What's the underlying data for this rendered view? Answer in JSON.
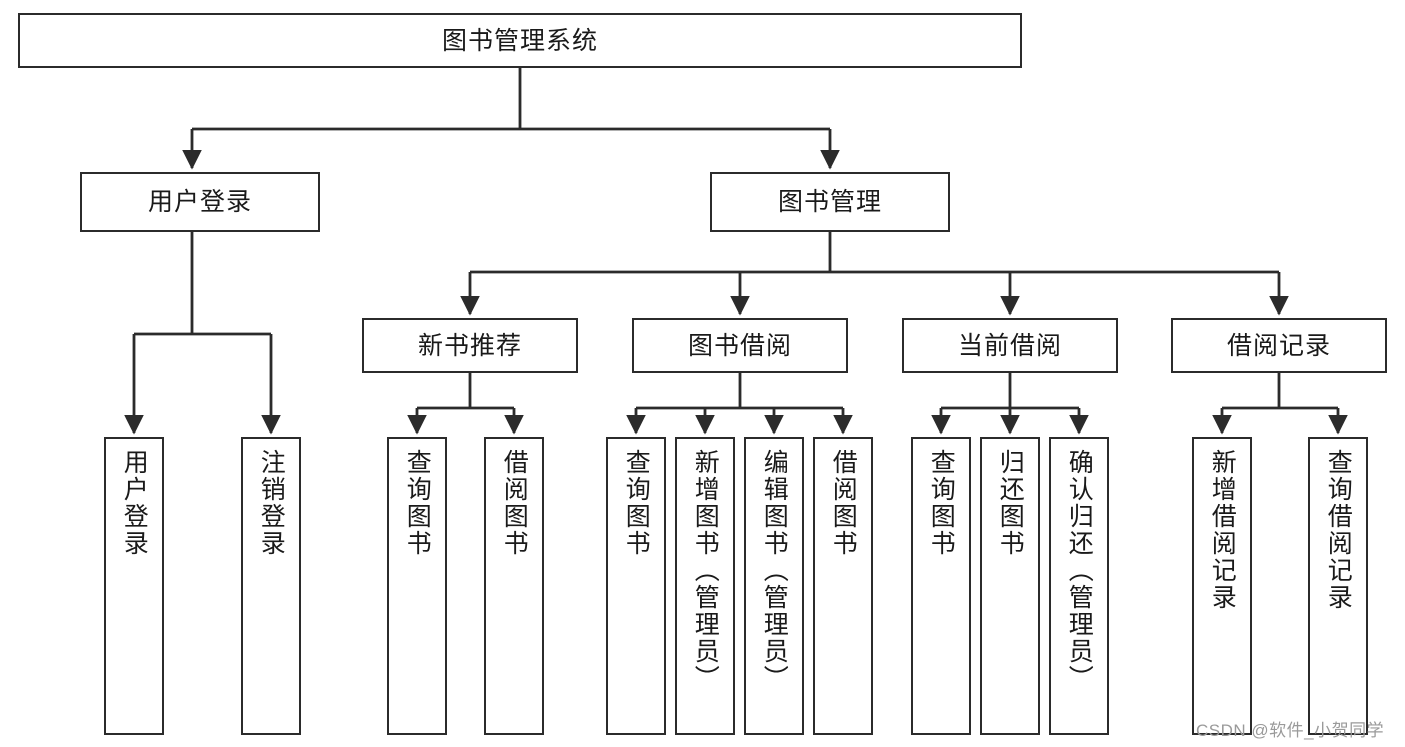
{
  "diagram": {
    "type": "tree",
    "title": "图书管理系统",
    "watermark": "CSDN @软件_小贺同学",
    "colors": {
      "node_border": "#2b2b2b",
      "node_fill": "#ffffff",
      "edge": "#2b2b2b",
      "text": "#1a1a1a",
      "watermark": "#9a9a9a",
      "background": "#ffffff"
    },
    "nodes": {
      "root": {
        "label": "图书管理系统",
        "level": 1
      },
      "l2": [
        {
          "id": "user_login",
          "label": "用户登录",
          "level": 2
        },
        {
          "id": "book_mgmt",
          "label": "图书管理",
          "level": 2
        }
      ],
      "l3": [
        {
          "id": "new_book_rec",
          "label": "新书推荐",
          "level": 3,
          "parent": "book_mgmt"
        },
        {
          "id": "book_borrow",
          "label": "图书借阅",
          "level": 3,
          "parent": "book_mgmt"
        },
        {
          "id": "current_borrow",
          "label": "当前借阅",
          "level": 3,
          "parent": "book_mgmt"
        },
        {
          "id": "borrow_record",
          "label": "借阅记录",
          "level": 3,
          "parent": "book_mgmt"
        }
      ],
      "leaves": {
        "user_login": [
          {
            "id": "leaf_user_login",
            "label": "用户登录"
          },
          {
            "id": "leaf_logout",
            "label": "注销登录"
          }
        ],
        "new_book_rec": [
          {
            "id": "leaf_query_book_1",
            "label": "查询图书"
          },
          {
            "id": "leaf_borrow_book_1",
            "label": "借阅图书"
          }
        ],
        "book_borrow": [
          {
            "id": "leaf_query_book_2",
            "label": "查询图书"
          },
          {
            "id": "leaf_add_book",
            "label": "新增图书（管理员）"
          },
          {
            "id": "leaf_edit_book",
            "label": "编辑图书（管理员）"
          },
          {
            "id": "leaf_borrow_book_2",
            "label": "借阅图书"
          }
        ],
        "current_borrow": [
          {
            "id": "leaf_query_book_3",
            "label": "查询图书"
          },
          {
            "id": "leaf_return_book",
            "label": "归还图书"
          },
          {
            "id": "leaf_confirm_return",
            "label": "确认归还（管理员）"
          }
        ],
        "borrow_record": [
          {
            "id": "leaf_add_record",
            "label": "新增借阅记录"
          },
          {
            "id": "leaf_query_record",
            "label": "查询借阅记录"
          }
        ]
      }
    }
  }
}
